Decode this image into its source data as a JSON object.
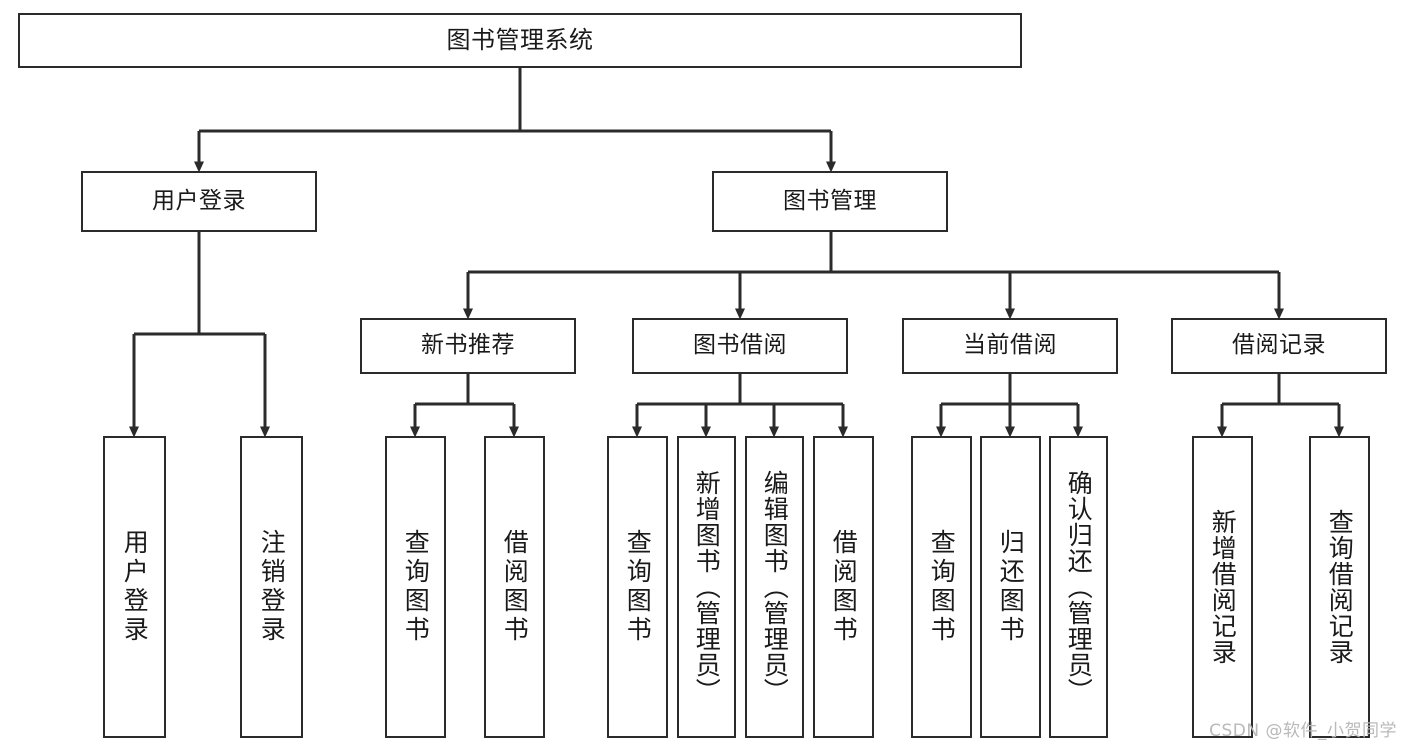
{
  "diagram": {
    "title": "图书管理系统",
    "type": "tree-hierarchy",
    "stroke_color": "#2b2b2b",
    "fill_color": "#ffffff",
    "text_color": "#1a1a1a",
    "watermark": "CSDN @软件_小贺同学",
    "levels": {
      "root": {
        "label": "图书管理系统"
      },
      "level2": [
        {
          "label": "用户登录"
        },
        {
          "label": "图书管理"
        }
      ],
      "level3": [
        {
          "label": "新书推荐"
        },
        {
          "label": "图书借阅"
        },
        {
          "label": "当前借阅"
        },
        {
          "label": "借阅记录"
        }
      ],
      "leaves": {
        "user_login": [
          {
            "label": "用户登录"
          },
          {
            "label": "注销登录"
          }
        ],
        "new_book_recommend": [
          {
            "label": "查询图书"
          },
          {
            "label": "借阅图书"
          }
        ],
        "book_borrow": [
          {
            "label": "查询图书"
          },
          {
            "label": "新增图书（管理员）"
          },
          {
            "label": "编辑图书（管理员）"
          },
          {
            "label": "借阅图书"
          }
        ],
        "current_borrow": [
          {
            "label": "查询图书"
          },
          {
            "label": "归还图书"
          },
          {
            "label": "确认归还（管理员）"
          }
        ],
        "borrow_record": [
          {
            "label": "新增借阅记录"
          },
          {
            "label": "查询借阅记录"
          }
        ]
      }
    }
  }
}
